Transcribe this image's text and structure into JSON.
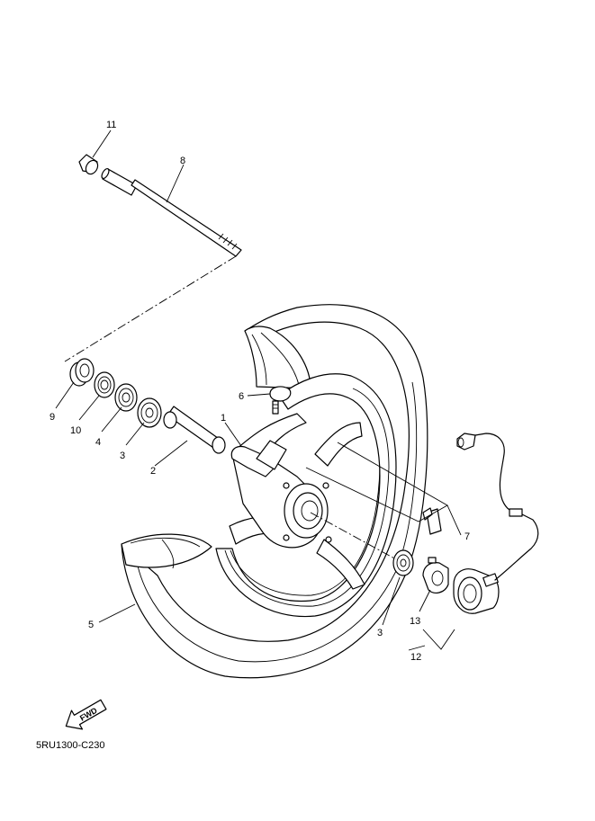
{
  "diagram_code": "5RU1300-C230",
  "fwd_label": "FWD",
  "callouts": {
    "c1": "1",
    "c2": "2",
    "c3a": "3",
    "c3b": "3",
    "c4": "4",
    "c5": "5",
    "c6": "6",
    "c7": "7",
    "c8": "8",
    "c9": "9",
    "c10": "10",
    "c11": "11",
    "c12": "12",
    "c13": "13"
  }
}
